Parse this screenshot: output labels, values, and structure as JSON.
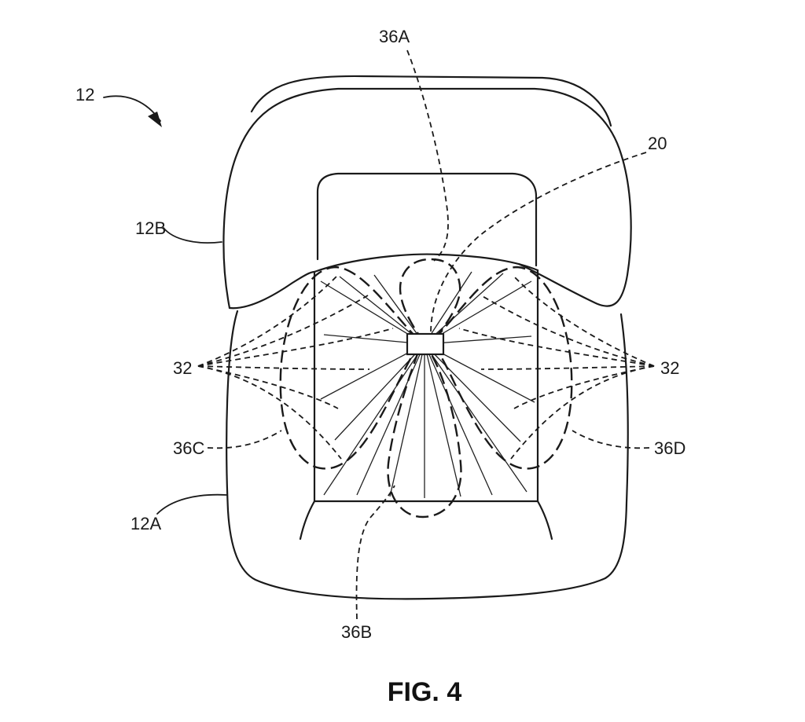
{
  "labels": {
    "assembly": "12",
    "seat_back": "12B",
    "seat_base": "12A",
    "sensor": "20",
    "sensor_regions_left": "32",
    "sensor_regions_right": "32",
    "zone_a": "36A",
    "zone_b": "36B",
    "zone_c": "36C",
    "zone_d": "36D"
  },
  "caption": "FIG. 4"
}
